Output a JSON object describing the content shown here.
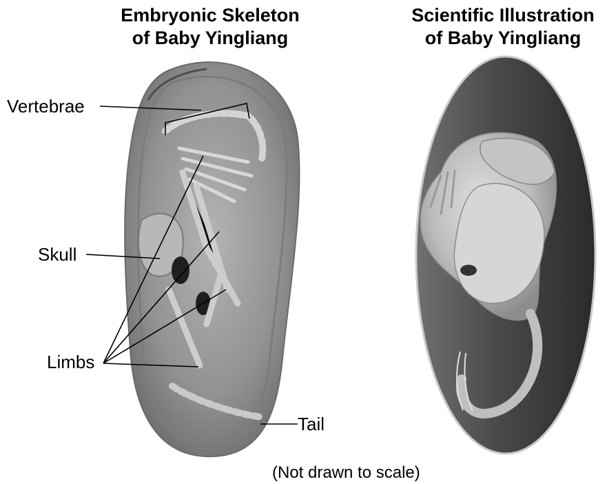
{
  "left_panel": {
    "title_line1": "Embryonic Skeleton",
    "title_line2": "of Baby Yingliang",
    "labels": {
      "vertebrae": "Vertebrae",
      "skull": "Skull",
      "limbs": "Limbs",
      "tail": "Tail"
    }
  },
  "right_panel": {
    "title_line1": "Scientific Illustration",
    "title_line2": "of Baby Yingliang"
  },
  "footnote": "(Not drawn to scale)",
  "colors": {
    "fossil_stone": "#9a9a9a",
    "fossil_dark": "#5e5e5e",
    "egg_dark": "#3c3c3c",
    "embryo_light": "#cfcfcf",
    "leader_line": "#000000"
  }
}
